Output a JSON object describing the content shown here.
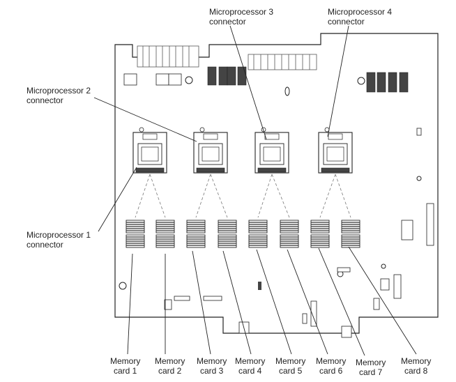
{
  "labels": {
    "mp1": {
      "line1": "Microprocessor 1",
      "line2": "connector"
    },
    "mp2": {
      "line1": "Microprocessor 2",
      "line2": "connector"
    },
    "mp3": {
      "line1": "Microprocessor 3",
      "line2": "connector"
    },
    "mp4": {
      "line1": "Microprocessor 4",
      "line2": "connector"
    },
    "memory_cards": [
      {
        "line1": "Memory",
        "line2": "card 1"
      },
      {
        "line1": "Memory",
        "line2": "card 2"
      },
      {
        "line1": "Memory",
        "line2": "card 3"
      },
      {
        "line1": "Memory",
        "line2": "card 4"
      },
      {
        "line1": "Memory",
        "line2": "card 5"
      },
      {
        "line1": "Memory",
        "line2": "card 6"
      },
      {
        "line1": "Memory",
        "line2": "card 7"
      },
      {
        "line1": "Memory",
        "line2": "card 8"
      }
    ]
  },
  "colors": {
    "line": "#222222",
    "board": "#ffffff",
    "fill_dark": "#444444"
  }
}
